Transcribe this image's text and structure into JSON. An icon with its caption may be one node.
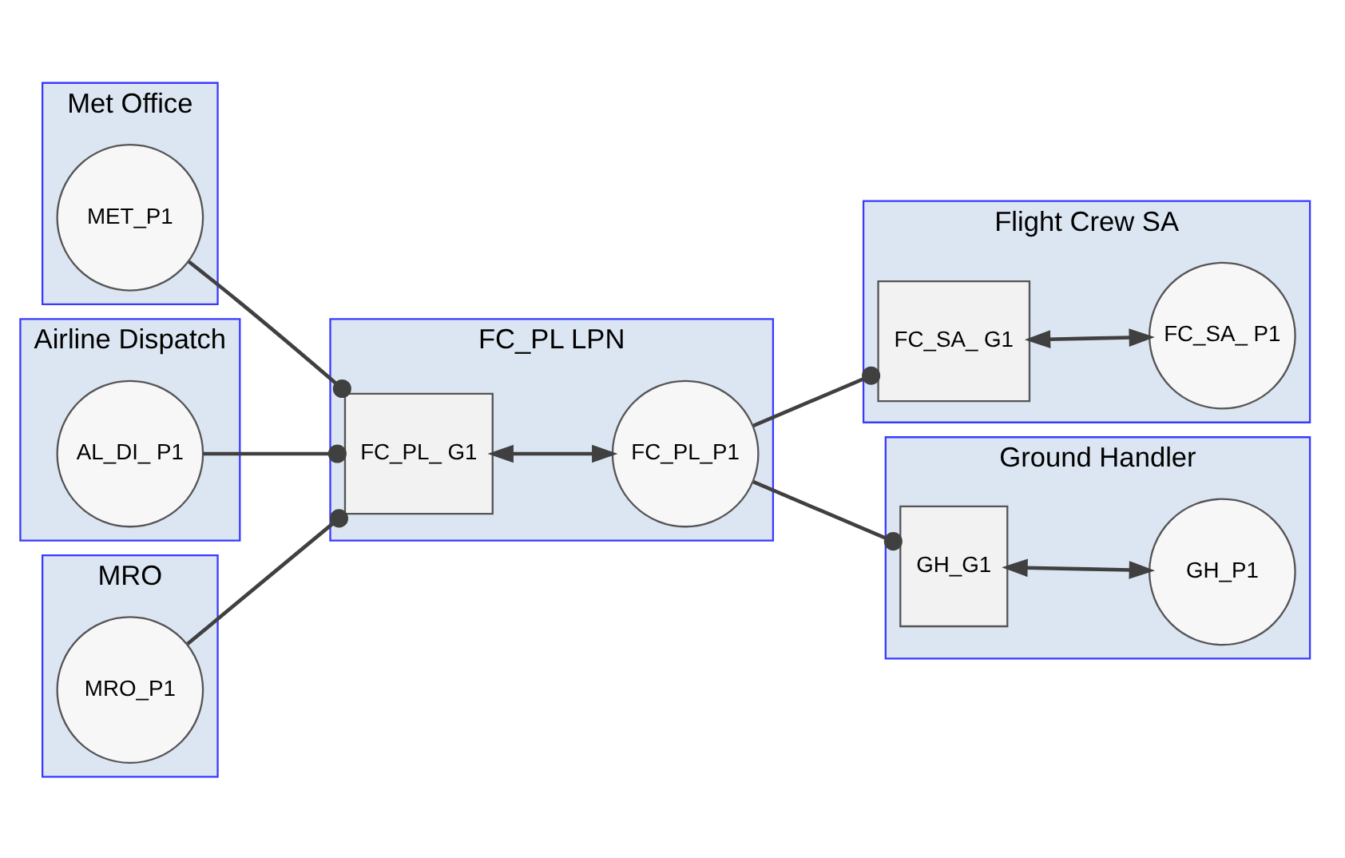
{
  "diagram": {
    "nodes": [
      {
        "text": [
          "Met Office"
        ]
      },
      {
        "text": [
          "MET_P1"
        ],
        "in": 0
      },
      {
        "text": [
          "Airline Dispatch"
        ]
      },
      {
        "text": [
          "AL_DI_ P1"
        ],
        "in": 2
      },
      {
        "text": [
          "MRO"
        ]
      },
      {
        "text": [
          "MRO_P1"
        ],
        "in": 4
      },
      {
        "text": [
          "FC_PL LPN"
        ]
      },
      {
        "text": [
          "FC_PL_ G1"
        ],
        "in": 6
      },
      {
        "text": [
          "FC_PL_P1"
        ],
        "in": 6
      },
      {
        "text": [
          "Flight Crew SA"
        ]
      },
      {
        "text": [
          "FC_SA_ G1"
        ],
        "in": 9
      },
      {
        "text": [
          "FC_SA_ P1"
        ],
        "in": 9
      },
      {
        "text": [
          "Ground Handler"
        ]
      },
      {
        "text": [
          "GH_G1"
        ],
        "in": 12
      },
      {
        "text": [
          "GH_P1"
        ],
        "in": 12
      }
    ],
    "edges": [
      {
        "from": 1,
        "to": 7,
        "arrow": "other"
      },
      {
        "from": 3,
        "to": 7,
        "arrow": "other"
      },
      {
        "from": 5,
        "to": 7,
        "arrow": "other"
      },
      {
        "from": 7,
        "to": 8,
        "arrow": "both"
      },
      {
        "from": 8,
        "to": 10,
        "arrow": "other"
      },
      {
        "from": 8,
        "to": 13,
        "arrow": "other"
      },
      {
        "from": 10,
        "to": 11,
        "arrow": "both"
      },
      {
        "from": 13,
        "to": 14,
        "arrow": "both"
      }
    ]
  }
}
